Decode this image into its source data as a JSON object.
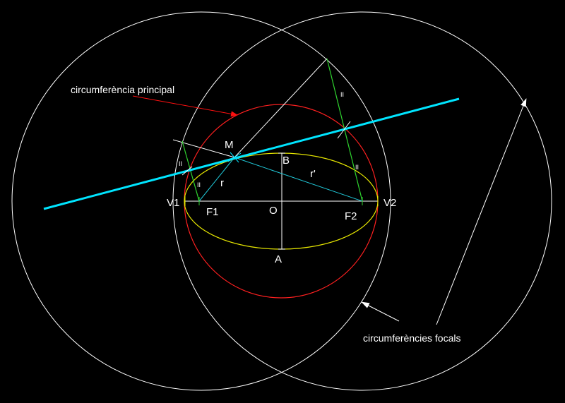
{
  "colors": {
    "background": "#000000",
    "construction": "#ffffff",
    "circumferencia_principal": "#ff2020",
    "ellipse": "#e6e600",
    "tangent": "#00e5ff",
    "parallels": "#2fd42f",
    "radii": "#20c8d8",
    "arrow_red": "#ff1010"
  },
  "labels": {
    "circumferencia_principal": "circumferència principal",
    "circumferencies_focals": "circumferències focals",
    "M": "M",
    "B": "B",
    "A": "A",
    "O": "O",
    "V1": "V1",
    "V2": "V2",
    "F1": "F1",
    "F2": "F2",
    "r": "r",
    "r_prime": "r'",
    "parallel_mark": "II"
  }
}
